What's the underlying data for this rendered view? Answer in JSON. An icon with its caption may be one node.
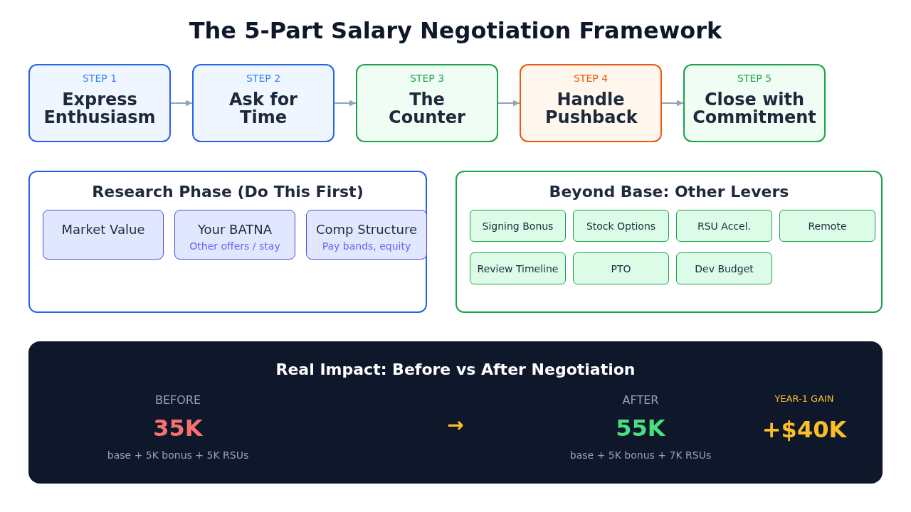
{
  "diagram": {
    "title": "The 5-Part Salary Negotiation Framework",
    "nodes": [
      {
        "text": [
          "STEP 1",
          "Express Enthusiasm"
        ]
      },
      {
        "text": [
          "STEP 2",
          "Ask for Time"
        ]
      },
      {
        "text": [
          "STEP 3",
          "The Counter"
        ]
      },
      {
        "text": [
          "STEP 4",
          "Handle Pushback"
        ]
      },
      {
        "text": [
          "STEP 5",
          "Close with Commitment"
        ]
      },
      {
        "text": [
          "Research Phase (Do This First)"
        ]
      },
      {
        "text": [
          "Market Value"
        ],
        "in": 5
      },
      {
        "text": [
          "Your BATNA",
          "Other offers / stay"
        ],
        "in": 5
      },
      {
        "text": [
          "Comp Structure",
          "Pay bands, equity"
        ],
        "in": 5
      },
      {
        "text": [
          "Beyond Base: Other Levers"
        ]
      },
      {
        "text": [
          "Signing Bonus"
        ],
        "in": 9
      },
      {
        "text": [
          "Stock Options"
        ],
        "in": 9
      },
      {
        "text": [
          "RSU Accel."
        ],
        "in": 9
      },
      {
        "text": [
          "Remote"
        ],
        "in": 9
      },
      {
        "text": [
          "Review Timeline"
        ],
        "in": 9
      },
      {
        "text": [
          "PTO"
        ],
        "in": 9
      },
      {
        "text": [
          "Dev Budget"
        ],
        "in": 9
      },
      {
        "text": [
          "Real Impact: Before vs After Negotiation",
          "BEFORE",
          "35K",
          "base + 5K bonus + 5K RSUs",
          "→",
          "AFTER",
          "55K",
          "base + 5K bonus + 7K RSUs",
          "YEAR-1 GAIN",
          "+$40K"
        ]
      }
    ],
    "edges": [
      {
        "from": 0,
        "to": 1,
        "arrow": "to"
      },
      {
        "from": 1,
        "to": 2,
        "arrow": "to"
      },
      {
        "from": 2,
        "to": 3,
        "arrow": "to"
      },
      {
        "from": 3,
        "to": 4,
        "arrow": "to"
      }
    ]
  }
}
